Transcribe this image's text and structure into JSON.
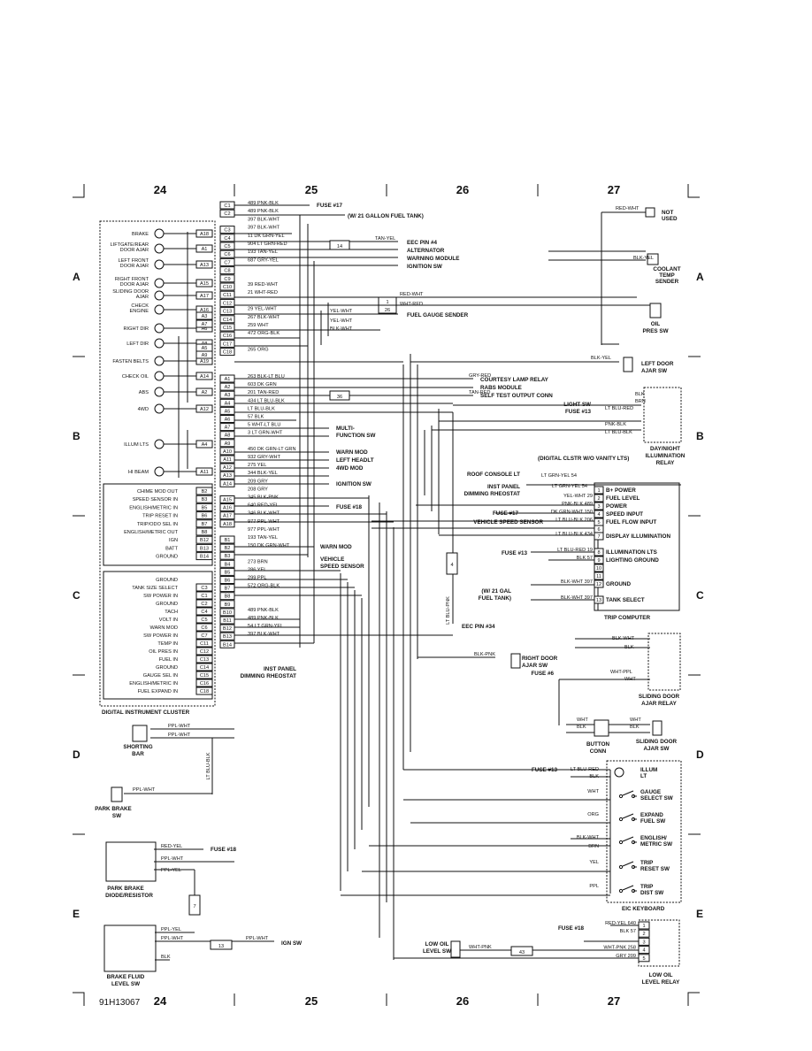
{
  "page": {
    "figure_id": "91H13067"
  },
  "grid": {
    "columns": [
      "24",
      "25",
      "26",
      "27"
    ],
    "rows": [
      "A",
      "B",
      "C",
      "D",
      "E"
    ]
  },
  "cluster": {
    "title": "DIGITAL INSTRUMENT CLUSTER",
    "warnings": [
      {
        "label": "BRAKE",
        "pin": "A18"
      },
      {
        "label": "LIFTGATE/REAR",
        "label2": "DOOR AJAR",
        "pin": "A1"
      },
      {
        "label": "LEFT FRONT",
        "label2": "DOOR AJAR",
        "pin": "A13"
      },
      {
        "label": "RIGHT FRONT",
        "label2": "DOOR AJAR",
        "pin": "A15"
      },
      {
        "label": "SLIDING DOOR",
        "label2": "AJAR",
        "pin": "A17"
      },
      {
        "label": "CHECK",
        "label2": "ENGINE",
        "pin": "A16"
      },
      {
        "label": "RIGHT DIR",
        "pin": "A6"
      },
      {
        "label": "LEFT DIR",
        "pin": "A8"
      },
      {
        "label": "FASTEN BELTS",
        "pin": "A19"
      },
      {
        "label": "CHECK OIL",
        "pin": "A14"
      },
      {
        "label": "ABS",
        "pin": "A2"
      },
      {
        "label": "4WD",
        "pin": "A12"
      },
      {
        "label": "ILLUM LTS",
        "pin": "A4"
      },
      {
        "label": "HI BEAM",
        "pin": "A11"
      }
    ],
    "extra_pins": [
      "A3",
      "A7",
      "A5",
      "A9"
    ],
    "chime_module": [
      {
        "label": "CHIME MOD OUT",
        "pin": "B2"
      },
      {
        "label": "SPEED SENSOR IN",
        "pin": "B3"
      },
      {
        "label": "ENGLISH/METRIC IN",
        "pin": "B5"
      },
      {
        "label": "TRIP RESET IN",
        "pin": "B6"
      },
      {
        "label": "TRIP/ODO SEL IN",
        "pin": "B7"
      },
      {
        "label": "ENGLISH/METRIC OUT",
        "pin": "B8"
      },
      {
        "label": "IGN",
        "pin": "B12"
      },
      {
        "label": "BATT",
        "pin": "B13"
      },
      {
        "label": "GROUND",
        "pin": "B14"
      }
    ],
    "gauges": [
      {
        "label": "GROUND",
        "pin": ""
      },
      {
        "label": "TANK SIZE SELECT",
        "pin": "C3"
      },
      {
        "label": "SW POWER IN",
        "pin": "C1"
      },
      {
        "label": "GROUND",
        "pin": "C2"
      },
      {
        "label": "TACH",
        "pin": "C4"
      },
      {
        "label": "VOLT IN",
        "pin": "C5"
      },
      {
        "label": "WARN MOD",
        "pin": "C6"
      },
      {
        "label": "SW POWER IN",
        "pin": "C7"
      },
      {
        "label": "TEMP IN",
        "pin": "C11"
      },
      {
        "label": "OIL PRES IN",
        "pin": "C12"
      },
      {
        "label": "FUEL IN",
        "pin": "C13"
      },
      {
        "label": "GROUND",
        "pin": "C14"
      },
      {
        "label": "GAUGE SEL IN",
        "pin": "C15"
      },
      {
        "label": "ENGLISH/METRIC IN",
        "pin": "C16"
      },
      {
        "label": "FUEL EXPAND IN",
        "pin": "C18"
      }
    ]
  },
  "connector_c": [
    {
      "pin": "C1",
      "wire": "489 PNK-BLK"
    },
    {
      "pin": "C2",
      "wire": "489 PNK-BLK"
    },
    {
      "pin": "",
      "wire": "397 BLK-WHT"
    },
    {
      "pin": "C3",
      "wire": "397 BLK-WHT"
    },
    {
      "pin": "C4",
      "wire": "11 DK GRN-YEL"
    },
    {
      "pin": "C5",
      "wire": "904 LT GRN-RED"
    },
    {
      "pin": "C6",
      "wire": "193 TAN-YEL"
    },
    {
      "pin": "C7",
      "wire": "687 GRY-YEL"
    },
    {
      "pin": "C8",
      "wire": ""
    },
    {
      "pin": "C9",
      "wire": ""
    },
    {
      "pin": "C10",
      "wire": "39 RED-WHT"
    },
    {
      "pin": "C11",
      "wire": "21 WHT-RED"
    },
    {
      "pin": "C12",
      "wire": ""
    },
    {
      "pin": "C13",
      "wire": "29 YEL-WHT"
    },
    {
      "pin": "C14",
      "wire": "267 BLK-WHT"
    },
    {
      "pin": "C15",
      "wire": "259 WHT"
    },
    {
      "pin": "C16",
      "wire": "472 ORG-BLK"
    },
    {
      "pin": "C17",
      "wire": ""
    },
    {
      "pin": "C18",
      "wire": "265 ORG"
    }
  ],
  "connector_a": [
    {
      "pin": "A1",
      "wire": "263 BLK-LT BLU"
    },
    {
      "pin": "A2",
      "wire": "603 DK GRN"
    },
    {
      "pin": "A3",
      "wire": "201 TAN-RED"
    },
    {
      "pin": "A4",
      "wire": "434 LT BLU-BLK"
    },
    {
      "pin": "A5",
      "wire": "LT BLU-BLK"
    },
    {
      "pin": "A6",
      "wire": "57 BLK"
    },
    {
      "pin": "A7",
      "wire": "5 WHT-LT BLU"
    },
    {
      "pin": "A8",
      "wire": "3 LT GRN-WHT"
    },
    {
      "pin": "A9",
      "wire": ""
    },
    {
      "pin": "A10",
      "wire": "450 DK GRN-LT GRN"
    },
    {
      "pin": "A11",
      "wire": "932 GRY-WHT"
    },
    {
      "pin": "A12",
      "wire": "275 YEL"
    },
    {
      "pin": "A13",
      "wire": "344 BLK-YEL"
    },
    {
      "pin": "A14",
      "wire": "209 GRY"
    },
    {
      "pin": "",
      "wire": "208 GRY"
    },
    {
      "pin": "A15",
      "wire": "345 BLK-PNK"
    },
    {
      "pin": "A16",
      "wire": "640 RED-YEL"
    },
    {
      "pin": "A17",
      "wire": "346 BLK-WHT"
    },
    {
      "pin": "A18",
      "wire": "977 PPL-WHT"
    },
    {
      "pin": "",
      "wire": "977 PPL-WHT"
    }
  ],
  "connector_b": [
    {
      "pin": "B1",
      "wire": "193 TAN-YEL"
    },
    {
      "pin": "B2",
      "wire": "150 DK GRN-WHT"
    },
    {
      "pin": "B3",
      "wire": ""
    },
    {
      "pin": "B4",
      "wire": "273 BRN"
    },
    {
      "pin": "B5",
      "wire": "286 YEL"
    },
    {
      "pin": "B6",
      "wire": "299 PPL"
    },
    {
      "pin": "B7",
      "wire": "572 ORG-BLK"
    },
    {
      "pin": "B8",
      "wire": ""
    },
    {
      "pin": "B9",
      "wire": ""
    },
    {
      "pin": "B10",
      "wire": "489 PNK-BLK"
    },
    {
      "pin": "B11",
      "wire": "489 PNK-BLK"
    },
    {
      "pin": "B12",
      "wire": "54 LT GRN-YEL"
    },
    {
      "pin": "B13",
      "wire": "397 BLK-WHT"
    },
    {
      "pin": "B14",
      "wire": ""
    }
  ],
  "right_labels": {
    "fuse17": "FUSE #17",
    "fuel_tank_21": "(W/ 21 GALLON FUEL TANK)",
    "eec4": "EEC PIN #4",
    "alternator": "ALTERNATOR",
    "warning_module": "WARNING MODULE",
    "ignition_sw": "IGNITION SW",
    "fuel_gauge_sender": "FUEL GAUGE SENDER",
    "oil_pres_sw": "OIL",
    "oil_pres_sw2": "PRES SW",
    "courtesy": "COURTESY LAMP RELAY",
    "rabs": "RABS MODULE",
    "self_test": "SELF TEST OUTPUT CONN",
    "multi": "MULTI-",
    "multi2": "FUNCTION SW",
    "warn_mod": "WARN MOD",
    "left_headlt": "LEFT HEADLT",
    "fourwd_mod": "4WD MOD",
    "ign_sw": "IGNITION SW",
    "fuse18": "FUSE #18",
    "warn_mod2": "WARN MOD",
    "vehicle": "VEHICLE",
    "speed_sensor": "SPEED SENSOR",
    "inst_panel": "INST PANEL",
    "dimming": "DIMMING RHEOSTAT",
    "not_used": "NOT",
    "not_used2": "USED",
    "coolant": "COOLANT",
    "coolant2": "TEMP",
    "coolant3": "SENDER",
    "left_door": "LEFT DOOR",
    "left_door2": "AJAR SW",
    "light_sw": "LIGHT SW",
    "fuse13": "FUSE #13",
    "daynight": "DAY/NIGHT",
    "daynight2": "ILLUMINATION",
    "daynight3": "RELAY",
    "digital_clstr": "(DIGITAL CLSTR W/O VANITY LTS)",
    "roof_console": "ROOF CONSOLE LT",
    "inst_panel2": "INST PANEL",
    "dimming2": "DIMMING RHEOSTAT",
    "vss": "VEHICLE SPEED SENSOR",
    "fuse17b": "FUSE #17",
    "fuse13b": "FUSE #13",
    "gal21": "(W/ 21 GAL",
    "gal21b": "FUEL TANK)",
    "eec34": "EEC PIN #34",
    "lt_blu_pnk": "LT BLU-PNK",
    "right_door": "RIGHT DOOR",
    "right_door2": "AJAR SW",
    "fuse6": "FUSE #6",
    "sliding": "SLIDING DOOR",
    "sliding2": "AJAR RELAY",
    "button": "BUTTON",
    "button2": "CONN",
    "sliding_sw": "SLIDING DOOR",
    "sliding_sw2": "AJAR SW",
    "shorting": "SHORTING",
    "shorting2": "BAR",
    "park_brake": "PARK BRAKE",
    "park_brake2": "SW",
    "park_diode": "PARK BRAKE",
    "park_diode2": "DIODE/RESISTOR",
    "brake_fluid": "BRAKE FLUID",
    "brake_fluid2": "LEVEL SW",
    "ign_sw2": "IGN SW",
    "low_oil": "LOW OIL",
    "low_oil2": "LEVEL SW",
    "low_oil_relay": "LOW OIL",
    "low_oil_relay2": "LEVEL RELAY",
    "fuse18b": "FUSE #18",
    "fuse18c": "FUSE #18",
    "fuse13c": "FUSE #13"
  },
  "trip_computer": {
    "title": "TRIP COMPUTER",
    "pins": [
      {
        "n": "1",
        "label": "B+ POWER",
        "wire": ""
      },
      {
        "n": "2",
        "label": "FUEL LEVEL",
        "wire": "YEL-WHT 29"
      },
      {
        "n": "3",
        "label": "POWER",
        "wire": "PNK-BLK 489"
      },
      {
        "n": "4",
        "label": "SPEED INPUT",
        "wire": "DK GRN-WHT 150"
      },
      {
        "n": "5",
        "label": "FUEL FLOW INPUT",
        "wire": "LT BLU-BLK 206"
      },
      {
        "n": "7",
        "label": "DISPLAY ILLUMINATION",
        "wire": "LT BLU-BLK 434"
      },
      {
        "n": "8",
        "label": "ILLUMINATION LTS",
        "wire": "LT BLU-RED 19"
      },
      {
        "n": "9",
        "label": "LIGHTING GROUND",
        "wire": "BLK 57"
      },
      {
        "n": "12",
        "label": "GROUND",
        "wire": "BLK-WHT 397"
      },
      {
        "n": "13",
        "label": "TANK SELECT",
        "wire": "BLK-WHT 397"
      }
    ],
    "extra_pins": [
      "6",
      "10",
      "11"
    ],
    "input_wire": "LT GRN-YEL 54"
  },
  "eic_keyboard": {
    "title": "EIC KEYBOARD",
    "items": [
      {
        "label": "ILLUM",
        "label2": "LT",
        "wire": "LT BLU-RED"
      },
      {
        "label": "GAUGE",
        "label2": "SELECT SW",
        "wire": "WHT"
      },
      {
        "label": "EXPAND",
        "label2": "FUEL SW",
        "wire": "ORG"
      },
      {
        "label": "ENGLISH/",
        "label2": "METRIC SW",
        "wire": "BLK-WHT"
      },
      {
        "label": "TRIP",
        "label2": "RESET SW",
        "wire": "YEL"
      },
      {
        "label": "TRIP",
        "label2": "DIST SW",
        "wire": "PPL"
      }
    ],
    "extra_wires": [
      "BLK",
      "BRN"
    ]
  },
  "relay_pins": [
    {
      "n": "1",
      "wire": "RED-YEL 640"
    },
    {
      "n": "2",
      "wire": "BLK 57"
    },
    {
      "n": "3",
      "wire": ""
    },
    {
      "n": "4",
      "wire": "WHT-PNK 258"
    },
    {
      "n": "5",
      "wire": "GRY 209"
    }
  ],
  "misc_wires": {
    "red_wht": "RED-WHT",
    "blk_yel": "BLK-YEL",
    "tan_yel": "TAN-YEL",
    "gry_red": "GRY-RED",
    "tan_red": "TAN-RED",
    "blk_yel2": "BLK-YEL",
    "blk": "BLK",
    "brn": "BRN",
    "lt_blu_red": "LT BLU-RED",
    "pnk_blk": "PNK-BLK",
    "lt_blu_blk": "LT BLU-BLK",
    "lt_grn_yel": "LT GRN-YEL 54",
    "yel_wht": "YEL-WHT",
    "yel_wht2": "YEL-WHT",
    "blk_wht": "BLK-WHT",
    "red_wht2": "RED-WHT",
    "wht_red": "WHT-RED",
    "blk_pnk": "BLK-PNK",
    "blk_wht2": "BLK-WHT",
    "blk2": "BLK",
    "wht_ppl": "WHT-PPL",
    "wht": "WHT",
    "wht2": "WHT",
    "blk3": "BLK",
    "wht3": "WHT",
    "blk4": "BLK",
    "ppl_wht": "PPL-WHT",
    "ppl_wht2": "PPL-WHT",
    "ppl_wht3": "PPL-WHT",
    "lt_blu_blk2": "LT BLU-BLK",
    "red_yel": "RED-YEL",
    "ppl_wht4": "PPL-WHT",
    "ppl_yel": "PPL-YEL",
    "ppl_yel2": "PPL-YEL",
    "ppl_wht5": "PPL-WHT",
    "blk5": "BLK",
    "ppl_wht6": "PPL-WHT",
    "wht_pnk": "WHT-PNK",
    "splice14": "14",
    "splice1": "1",
    "splice26": "26",
    "splice36": "36",
    "splice4": "4",
    "splice7": "7",
    "splice13": "13",
    "splice43": "43"
  }
}
